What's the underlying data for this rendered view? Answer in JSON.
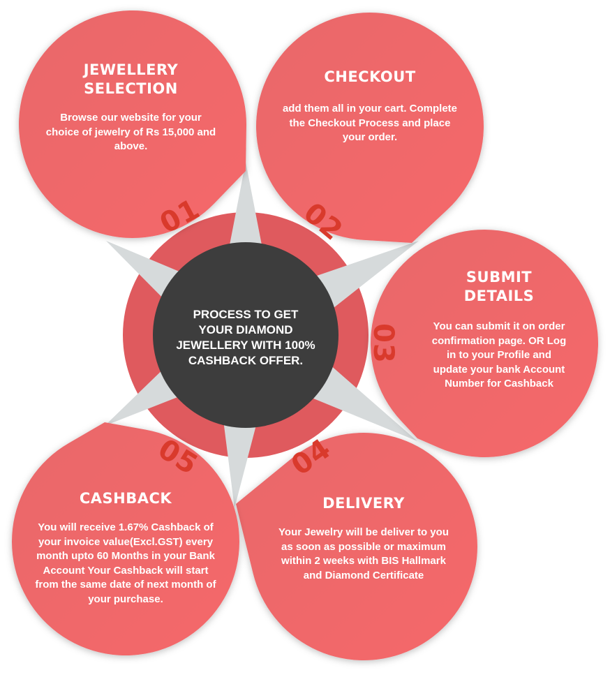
{
  "colors": {
    "petal": "#ee6468",
    "ring": "#ffffff",
    "inner_ring": "#df5a5e",
    "center": "#3d3d3d",
    "number": "#d93a2c"
  },
  "center_text": "PROCESS TO GET YOUR DIAMOND JEWELLERY WITH 100% CASHBACK OFFER.",
  "steps": [
    {
      "number": "01",
      "title": "JEWELLERY SELECTION",
      "description": "Browse our website for your choice of jewelry of Rs 15,000 and above."
    },
    {
      "number": "02",
      "title": "CHECKOUT",
      "description": "add them all in your cart. Complete the Checkout Process and place your order."
    },
    {
      "number": "03",
      "title": "SUBMIT DETAILS",
      "description": "You can submit it on order confirmation page. OR Log in to your Profile and update your bank Account Number for Cashback"
    },
    {
      "number": "04",
      "title": "DELIVERY",
      "description": "Your Jewelry will be deliver to you as soon as possible or maximum within 2 weeks with BIS Hallmark and Diamond Certificate"
    },
    {
      "number": "05",
      "title": "CASHBACK",
      "description": "You will receive 1.67% Cashback of your invoice value(Excl.GST) every month upto 60 Months in your Bank Account Your Cashback will start from the same date of next month of your purchase."
    }
  ]
}
